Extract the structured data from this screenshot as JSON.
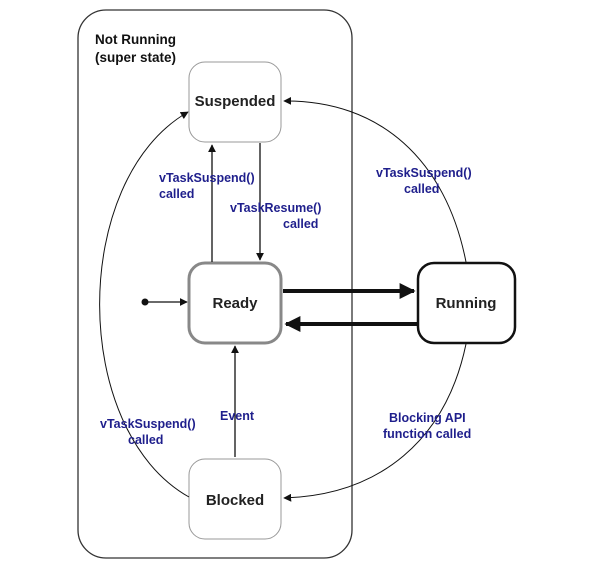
{
  "superstate": {
    "title": "Not Running",
    "subtitle": "(super state)"
  },
  "states": {
    "suspended": "Suspended",
    "ready": "Ready",
    "running": "Running",
    "blocked": "Blocked"
  },
  "transitions": {
    "ready_to_suspended": [
      "vTaskSuspend()",
      "called"
    ],
    "suspended_to_ready": [
      "vTaskResume()",
      "called"
    ],
    "running_to_suspended": [
      "vTaskSuspend()",
      "called"
    ],
    "blocked_to_suspended": [
      "vTaskSuspend()",
      "called"
    ],
    "blocked_to_ready": "Event",
    "running_to_blocked": [
      "Blocking API",
      "function called"
    ]
  },
  "colors": {
    "label_text": "#1f1f8c",
    "ready_border": "#888888",
    "line": "#111111"
  }
}
